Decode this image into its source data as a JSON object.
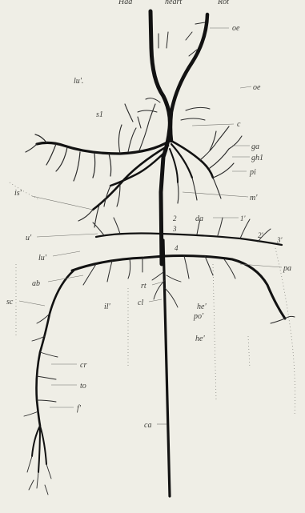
{
  "figure": {
    "background": "#efeee6",
    "ink": "#121212",
    "top_labels": [
      "Had",
      "heart",
      "Rot"
    ],
    "labels": {
      "oe_top": "oe",
      "lu_top": "lu'.",
      "oe_mid": "oe",
      "s1": "s1",
      "c": "c",
      "ga": "ga",
      "gh1": "gh1",
      "pi": "pi",
      "m": "m'",
      "is": "is'",
      "da": "da",
      "n1": "1'",
      "n2": "2",
      "n3": "3",
      "n4": "4",
      "n2p": "2'",
      "n3p": "3'",
      "u": "u'",
      "lu_mid": "lu'",
      "pa": "pa",
      "ab": "ab",
      "sc": "sc",
      "il": "il'",
      "rt": "rt",
      "cl": "cl",
      "he": "he'",
      "po": "po'",
      "he2": "he'",
      "cr": "cr",
      "to": "to",
      "f": "f'",
      "ca": "ca"
    }
  }
}
